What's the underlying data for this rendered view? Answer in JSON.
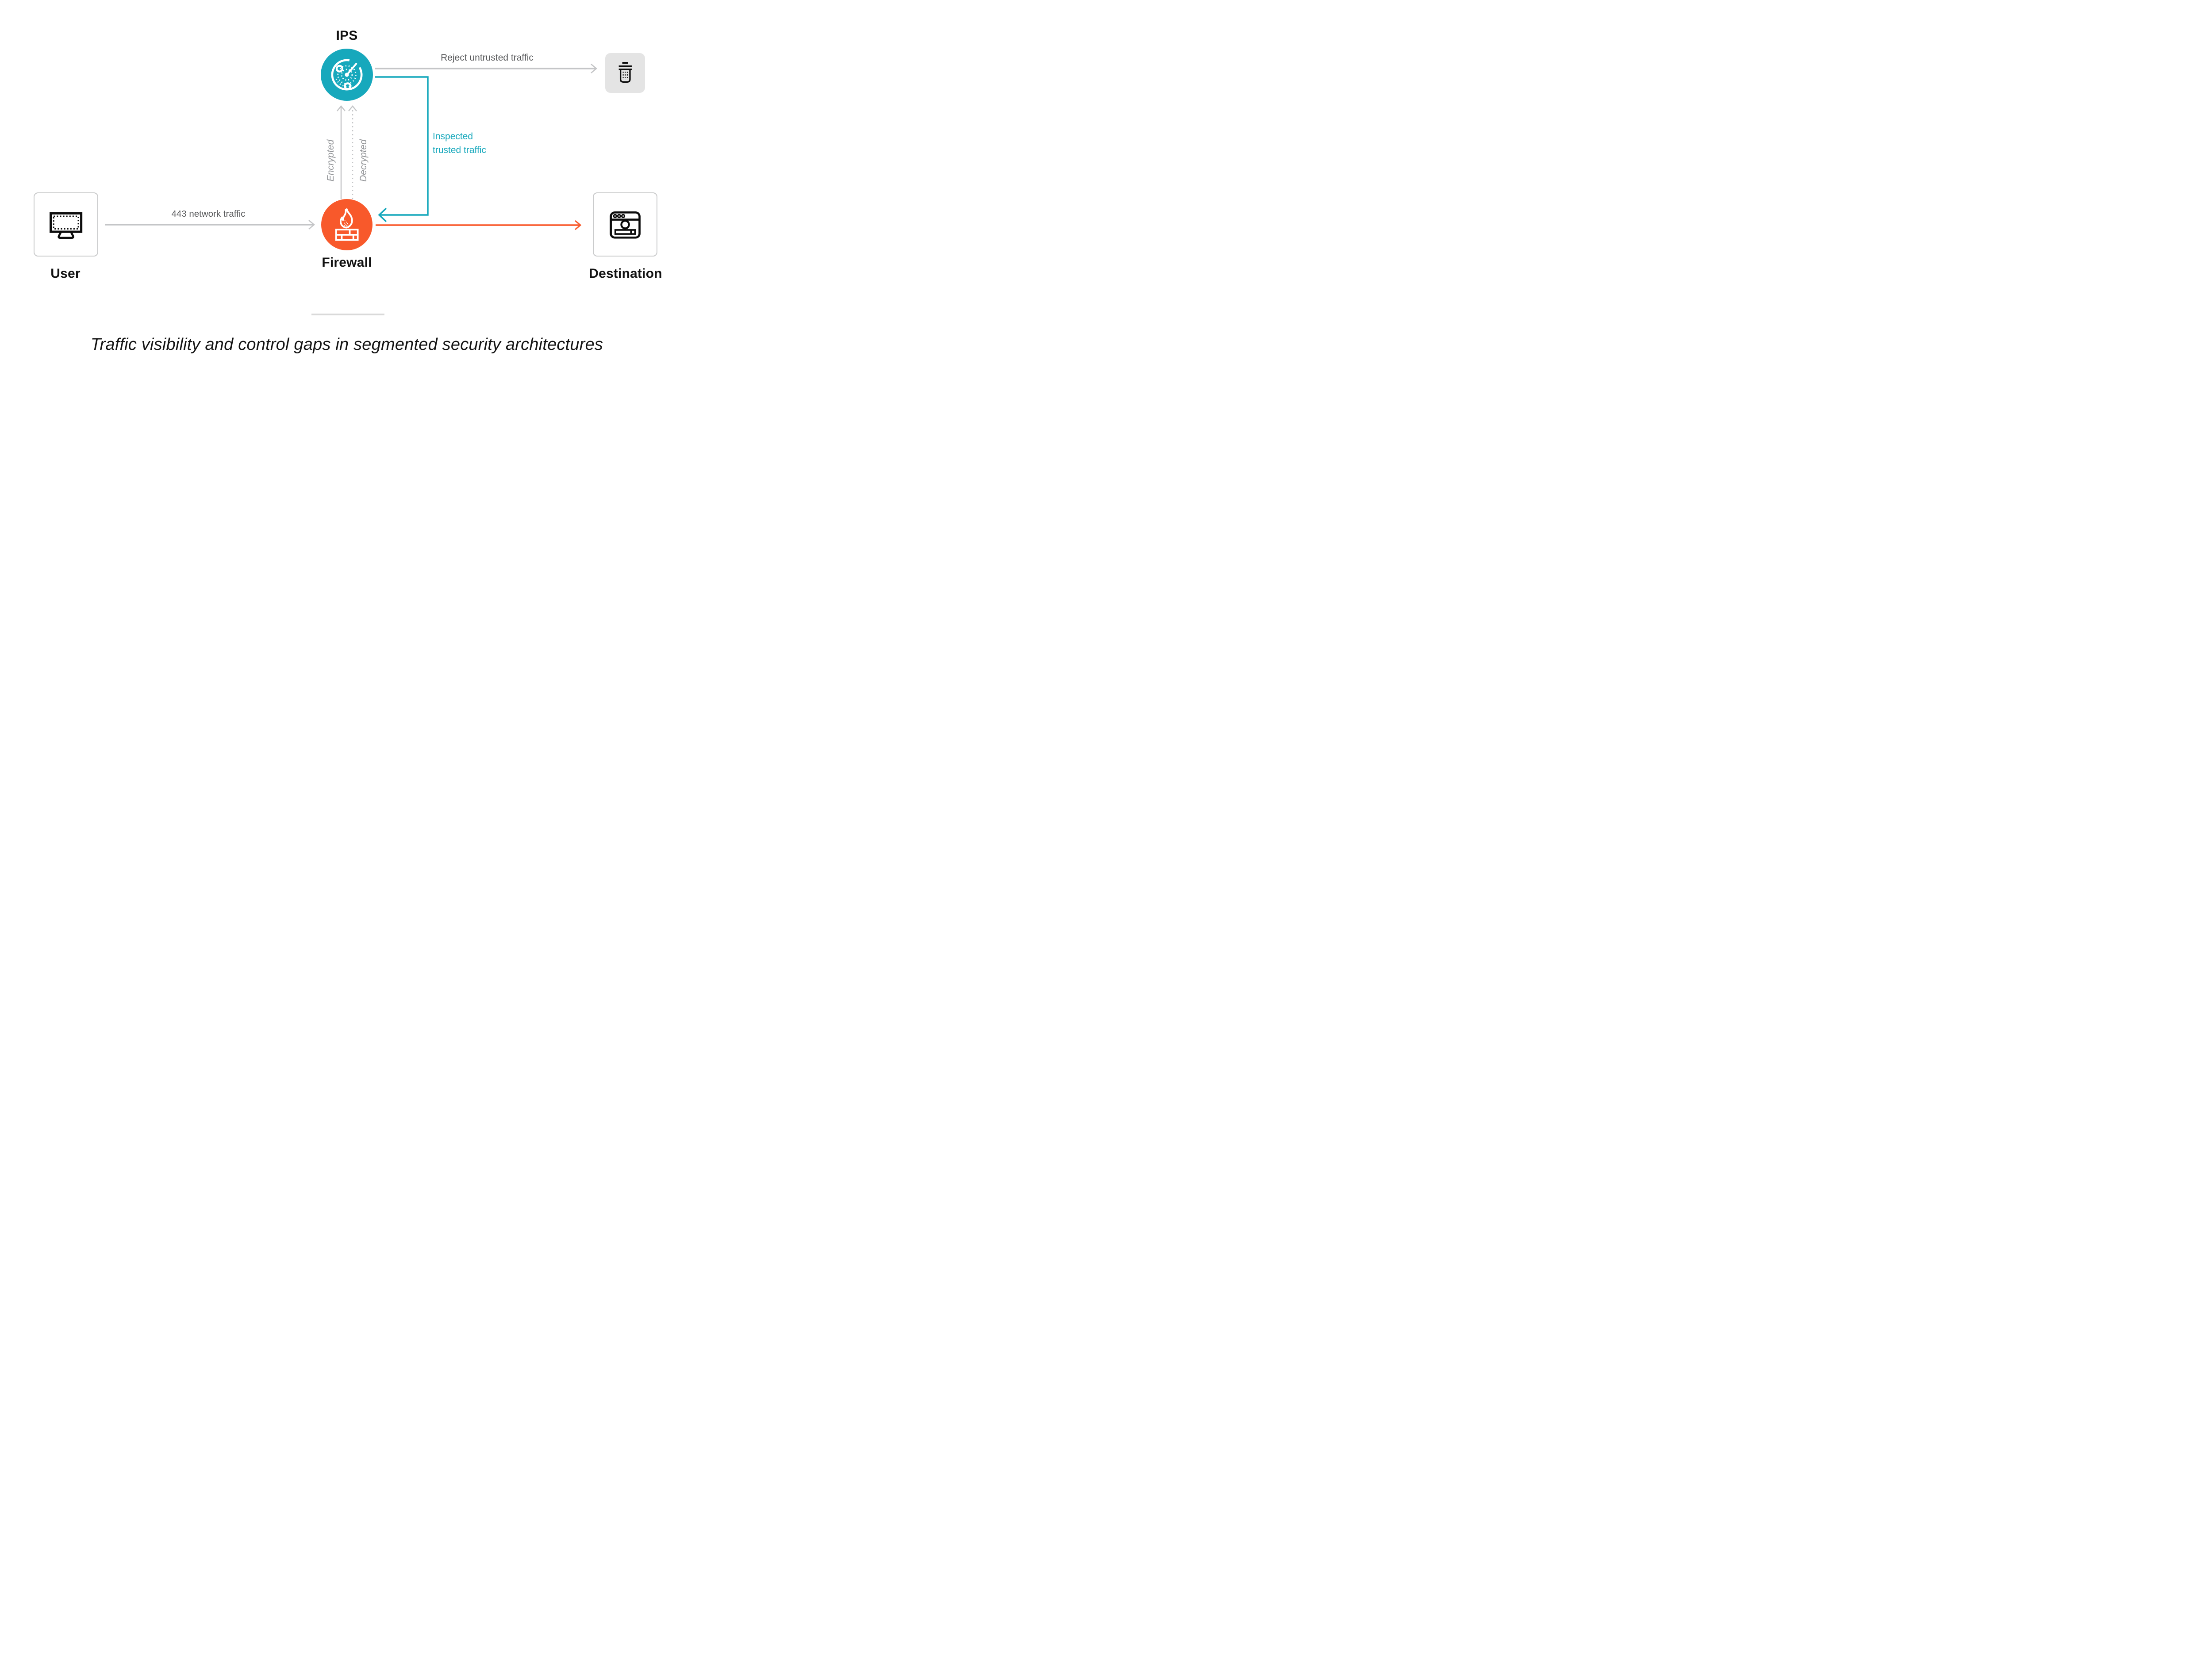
{
  "diagram": {
    "nodes": {
      "ips": {
        "label": "IPS"
      },
      "firewall": {
        "label": "Firewall"
      },
      "user": {
        "label": "User"
      },
      "destination": {
        "label": "Destination"
      }
    },
    "edges": {
      "user_to_firewall": {
        "label": "443 network traffic"
      },
      "encrypted_up": {
        "label": "Encrypted"
      },
      "decrypted_up": {
        "label": "Decrypted"
      },
      "ips_to_trash": {
        "label": "Reject untrusted traffic"
      },
      "ips_to_firewall": {
        "label_line1": "Inspected",
        "label_line2": "trusted traffic"
      }
    },
    "caption": "Traffic visibility and control gaps in segmented security architectures"
  },
  "colors": {
    "teal": "#17A8BC",
    "orange": "#F8592B",
    "grey_line": "#C4C5C7",
    "grey_text": "#58595B",
    "grey_text_light": "#939598",
    "trash_bg": "#E4E4E4",
    "box_border": "#C9CACB",
    "divider": "#D9D9D9",
    "ink": "#121212"
  }
}
